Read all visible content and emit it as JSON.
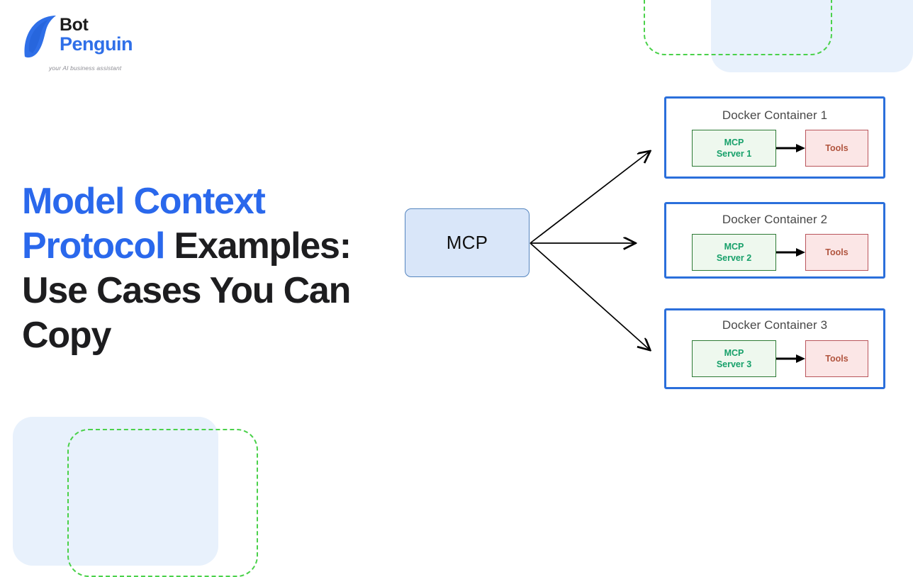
{
  "brand": {
    "logo_icon": "penguin-icon",
    "name_line1": "Bot",
    "name_line2": "Penguin",
    "tagline": "your AI business assistant",
    "accent_color": "#2f6fe8",
    "text_color": "#1b1b1b"
  },
  "headline": {
    "accent_text": "Model Context Protocol",
    "rest_text": " Examples: Use Cases You Can Copy",
    "accent_color": "#2a68ec",
    "base_color": "#1d1d1f"
  },
  "diagram": {
    "source_node": {
      "label": "MCP",
      "fill": "#d9e6f9",
      "border": "#5585bf"
    },
    "arrow_color": "#000000",
    "container_border_color": "#2b6fdb",
    "server_colors": {
      "fill": "#eef8ee",
      "border": "#2d7a35",
      "text": "#17a06a"
    },
    "tools_colors": {
      "fill": "#fbe6e6",
      "border": "#b9555b",
      "text": "#b1553f"
    },
    "containers": [
      {
        "title": "Docker Container 1",
        "server_line1": "MCP",
        "server_line2": "Server 1",
        "tools_label": "Tools"
      },
      {
        "title": "Docker Container 2",
        "server_line1": "MCP",
        "server_line2": "Server 2",
        "tools_label": "Tools"
      },
      {
        "title": "Docker Container 3",
        "server_line1": "MCP",
        "server_line2": "Server 3",
        "tools_label": "Tools"
      }
    ]
  },
  "decorations": {
    "blue_shape_color": "#e8f1fc",
    "dashed_shape_color": "#4ad14a"
  }
}
